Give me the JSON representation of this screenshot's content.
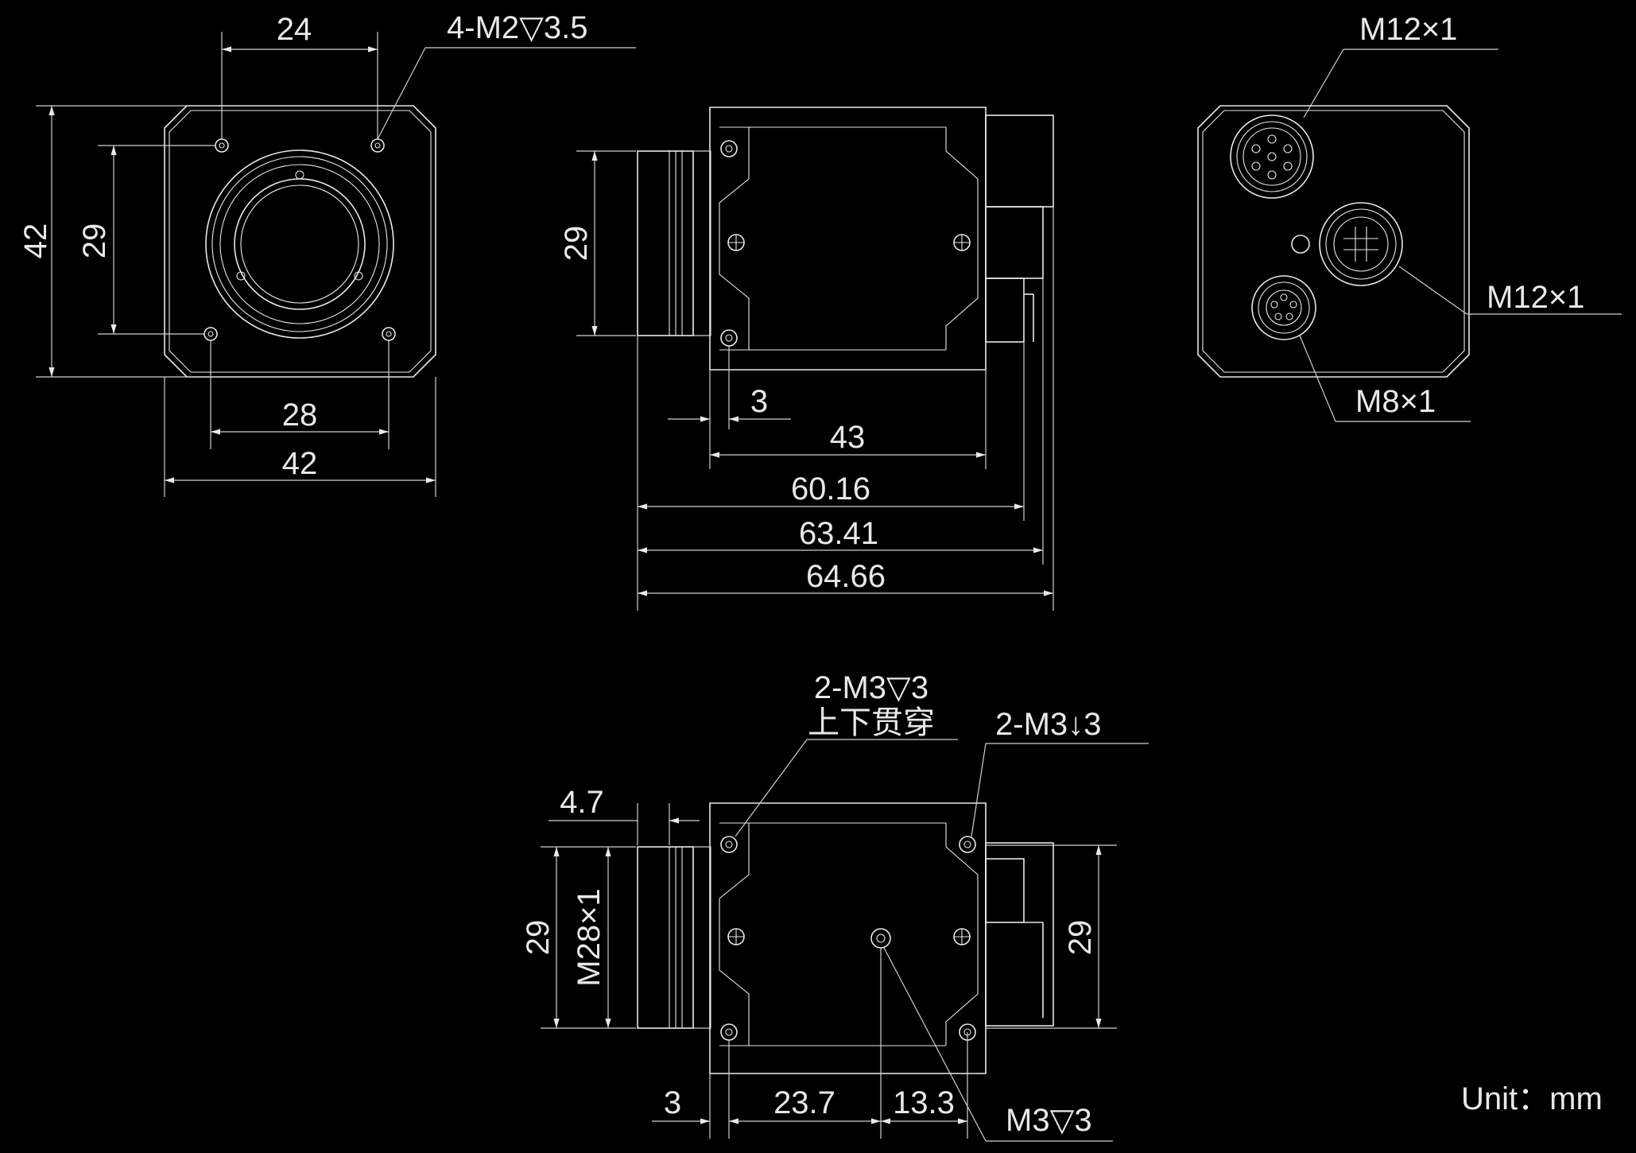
{
  "front_view": {
    "dim_top": "24",
    "hole_callout": "4-M2▽3.5",
    "dim_height_outer": "42",
    "dim_height_inner": "29",
    "dim_bottom_inner": "28",
    "dim_bottom_outer": "42"
  },
  "side_view": {
    "dim_height": "29",
    "dim_flange": "3",
    "dim_body": "43",
    "dim_len_1": "60.16",
    "dim_len_2": "63.41",
    "dim_len_3": "64.66"
  },
  "rear_view": {
    "connector_top": "M12×1",
    "connector_right": "M12×1",
    "connector_bottom": "M8×1"
  },
  "bottom_view": {
    "callout_left_line1": "2-M3▽3",
    "callout_left_line2": "上下贯穿",
    "callout_right": "2-M3↓3",
    "dim_offset": "4.7",
    "dim_height_left": "29",
    "thread": "M28×1",
    "dim_height_right": "29",
    "dim_flange": "3",
    "dim_pos_1": "23.7",
    "dim_pos_2": "13.3",
    "callout_center": "M3▽3"
  },
  "unit_label": "Unit：mm"
}
